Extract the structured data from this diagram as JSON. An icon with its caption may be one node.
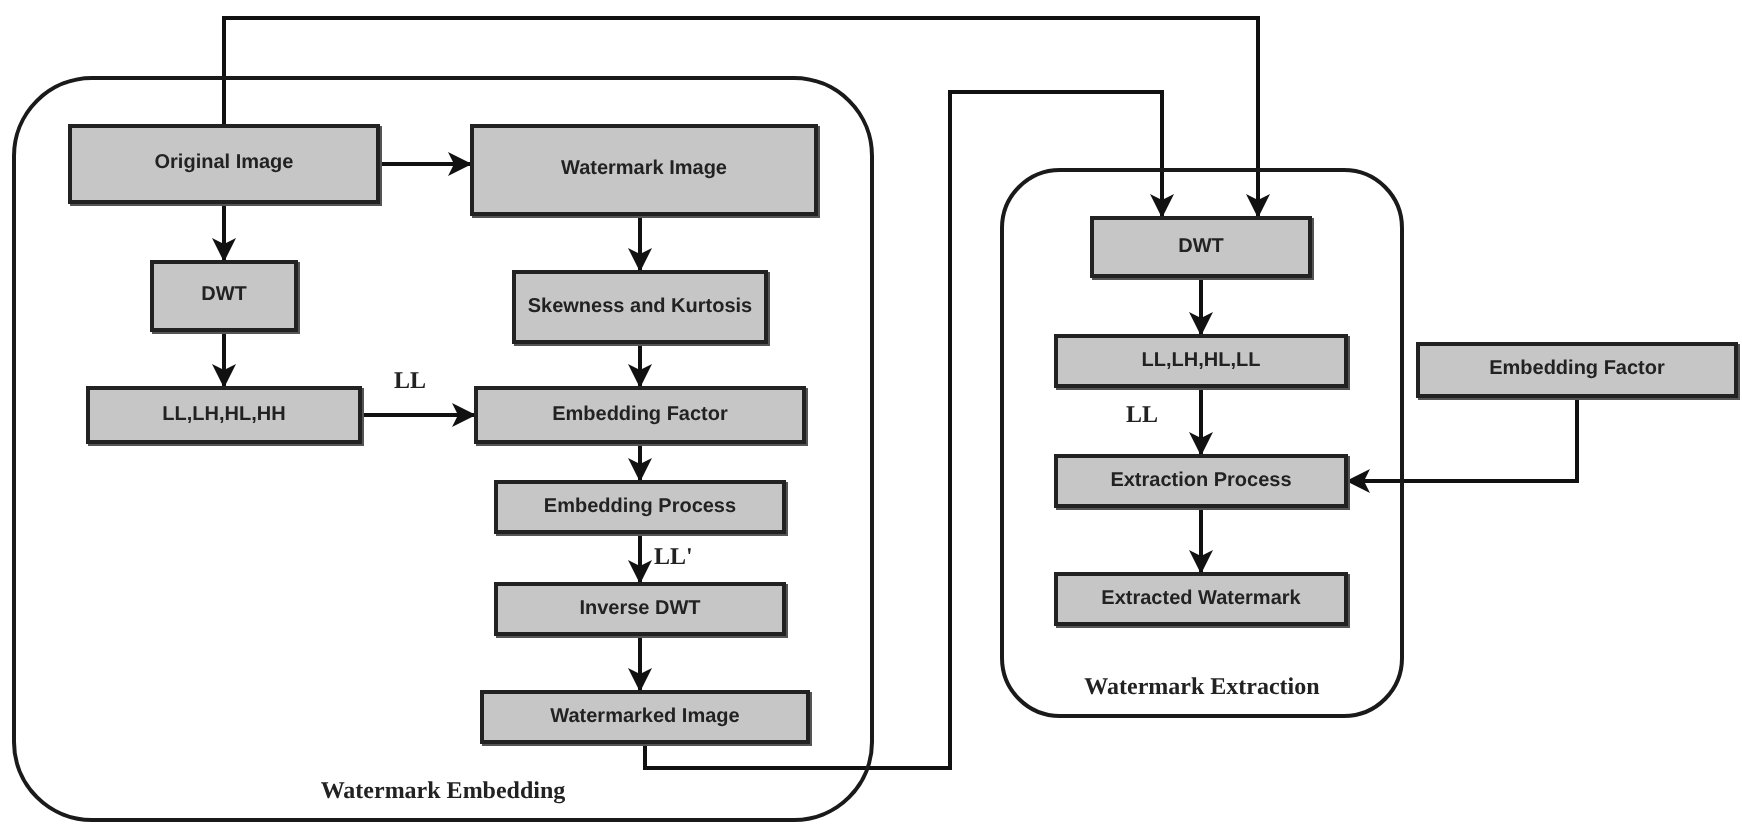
{
  "diagram": {
    "nodes": [
      {
        "text": [
          "Watermark Embedding"
        ]
      },
      {
        "text": [
          "Original Image"
        ],
        "in": 0
      },
      {
        "text": [
          "Watermark Image"
        ],
        "in": 0
      },
      {
        "text": [
          "DWT"
        ],
        "in": 0
      },
      {
        "text": [
          "Skewness and Kurtosis"
        ],
        "in": 0
      },
      {
        "text": [
          "LL,LH,HL,HH"
        ],
        "in": 0
      },
      {
        "text": [
          "Embedding Factor"
        ],
        "in": 0
      },
      {
        "text": [
          "Embedding Process"
        ],
        "in": 0
      },
      {
        "text": [
          "Inverse DWT"
        ],
        "in": 0
      },
      {
        "text": [
          "Watermarked Image"
        ],
        "in": 0
      },
      {
        "text": [
          "Watermark Extraction"
        ]
      },
      {
        "text": [
          "DWT"
        ],
        "in": 10
      },
      {
        "text": [
          "LL,LH,HL,LL"
        ],
        "in": 10
      },
      {
        "text": [
          "Extraction Process"
        ],
        "in": 10
      },
      {
        "text": [
          "Extracted Watermark"
        ],
        "in": 10
      },
      {
        "text": [
          "Embedding Factor"
        ]
      }
    ],
    "edges": [
      {
        "from": 1,
        "to": 2,
        "arrow": "to"
      },
      {
        "from": 1,
        "to": 3,
        "arrow": "to"
      },
      {
        "from": 3,
        "to": 5,
        "arrow": "to"
      },
      {
        "from": 5,
        "to": 6,
        "arrow": "to",
        "label": "LL"
      },
      {
        "from": 2,
        "to": 4,
        "arrow": "to"
      },
      {
        "from": 4,
        "to": 6,
        "arrow": "to"
      },
      {
        "from": 6,
        "to": 7,
        "arrow": "to"
      },
      {
        "from": 7,
        "to": 8,
        "arrow": "to",
        "label": "LL'"
      },
      {
        "from": 8,
        "to": 9,
        "arrow": "to"
      },
      {
        "from": 1,
        "to": 11,
        "arrow": "to"
      },
      {
        "from": 9,
        "to": 11,
        "arrow": "to"
      },
      {
        "from": 11,
        "to": 12,
        "arrow": "to"
      },
      {
        "from": 12,
        "to": 13,
        "arrow": "to",
        "label": "LL"
      },
      {
        "from": 13,
        "to": 14,
        "arrow": "to"
      },
      {
        "from": 15,
        "to": 13,
        "arrow": "to"
      }
    ]
  }
}
